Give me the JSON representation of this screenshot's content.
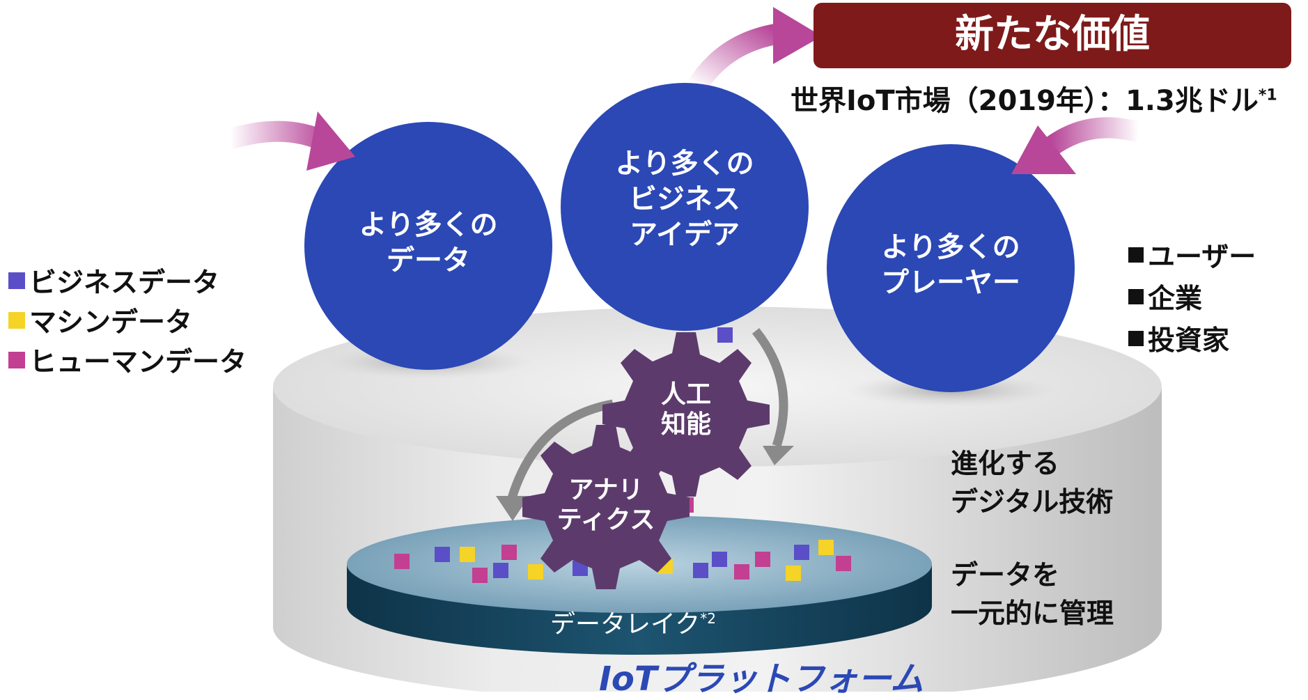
{
  "header": {
    "value_label": "新たな価値",
    "market_text": "世界IoT市場（2019年）：1.3兆ドル",
    "market_note": "*1"
  },
  "circles": {
    "data": [
      "より多くの",
      "データ"
    ],
    "business": [
      "より多くの",
      "ビジネス",
      "アイデア"
    ],
    "players": [
      "より多くの",
      "プレーヤー"
    ]
  },
  "legend": [
    {
      "label": "ビジネスデータ",
      "color": "#5a4fc7"
    },
    {
      "label": "マシンデータ",
      "color": "#f5d327"
    },
    {
      "label": "ヒューマンデータ",
      "color": "#c23f92"
    }
  ],
  "players": [
    "ユーザー",
    "企業",
    "投資家"
  ],
  "gears": {
    "ai": [
      "人工",
      "知能"
    ],
    "analytics": [
      "アナリ",
      "ティクス"
    ]
  },
  "side": {
    "digital": [
      "進化する",
      "デジタル技術"
    ],
    "manage": [
      "データを",
      "一元的に管理"
    ]
  },
  "lake": {
    "label": "データレイク",
    "note": "*2"
  },
  "platform": {
    "label": "IoTプラットフォーム"
  },
  "colors": {
    "circle_blue": "#2b48b5",
    "value_box": "#7f1a1a",
    "gear_purple": "#5c3b6c",
    "platform_text": "#2b48b5",
    "lake_top": "#3f6e8c",
    "lake_side": "#113d55"
  }
}
